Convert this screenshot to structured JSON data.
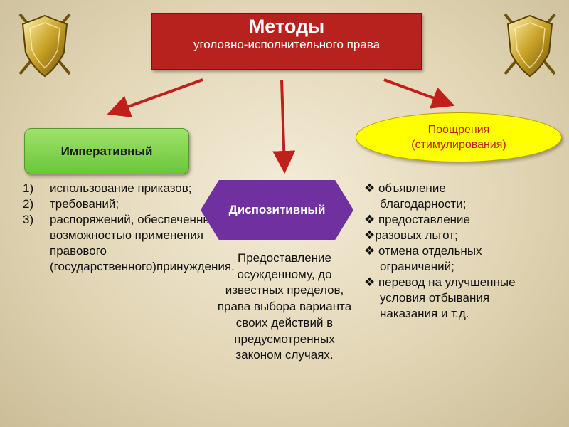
{
  "title": {
    "main": "Методы",
    "sub": "уголовно-исполнительного права"
  },
  "imperative": {
    "label": "Императивный",
    "items": [
      {
        "num": "1)",
        "text": "использование приказов;"
      },
      {
        "num": "2)",
        "text": "требований;"
      },
      {
        "num": "3)",
        "text": "распоряжений, обеспеченных возможностью применения правового (государственного)принуждения."
      }
    ]
  },
  "dispositive": {
    "label": "Диспозитивный",
    "description": "Предоставление осужденному, до известных пределов, права выбора варианта своих действий в предусмотренных законом случаях."
  },
  "incentives": {
    "label": "Поощрения (стимулирования)",
    "lines": [
      "❖ объявление",
      "благодарности;",
      "❖ предоставление",
      "❖разовых льгот;",
      "❖ отмена отдельных",
      "ограничений;",
      "❖ перевод на улучшенные",
      "условия отбывания",
      "наказания и т.д."
    ]
  },
  "colors": {
    "title_bg": "#b8221e",
    "imperative_bg": "#7fd34e",
    "dispositive_bg": "#7030a0",
    "incentives_bg": "#ffff00",
    "incentives_text": "#c02018",
    "arrow": "#c0201c"
  },
  "icons": {
    "emblem": "shield-swords-emblem-icon"
  }
}
